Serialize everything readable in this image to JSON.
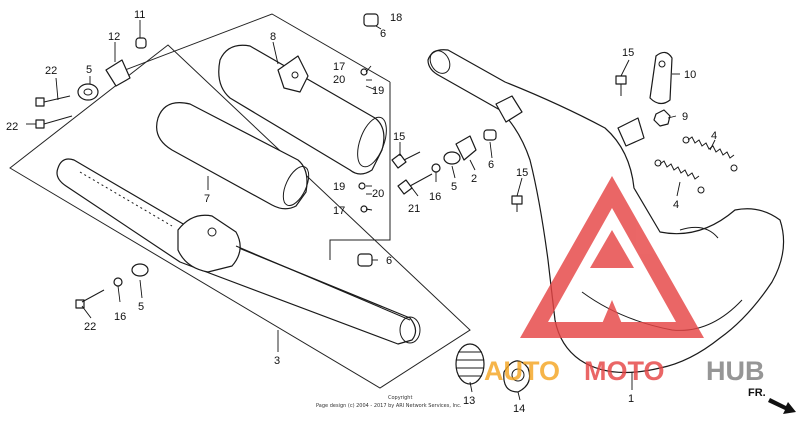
{
  "diagram": {
    "colors": {
      "line": "#1a1a1a",
      "watermark_red": "#e64545",
      "watermark_orange": "#f5a623",
      "watermark_gray": "#808080"
    },
    "callouts": [
      {
        "id": "c1",
        "text": "1"
      },
      {
        "id": "c2",
        "text": "2"
      },
      {
        "id": "c3",
        "text": "3"
      },
      {
        "id": "c4a",
        "text": "4"
      },
      {
        "id": "c4b",
        "text": "4"
      },
      {
        "id": "c5a",
        "text": "5"
      },
      {
        "id": "c5b",
        "text": "5"
      },
      {
        "id": "c5c",
        "text": "5"
      },
      {
        "id": "c6a",
        "text": "6"
      },
      {
        "id": "c6b",
        "text": "6"
      },
      {
        "id": "c6c",
        "text": "6"
      },
      {
        "id": "c7",
        "text": "7"
      },
      {
        "id": "c8",
        "text": "8"
      },
      {
        "id": "c9",
        "text": "9"
      },
      {
        "id": "c10",
        "text": "10"
      },
      {
        "id": "c11",
        "text": "11"
      },
      {
        "id": "c12",
        "text": "12"
      },
      {
        "id": "c13",
        "text": "13"
      },
      {
        "id": "c14",
        "text": "14"
      },
      {
        "id": "c15a",
        "text": "15"
      },
      {
        "id": "c15b",
        "text": "15"
      },
      {
        "id": "c15c",
        "text": "15"
      },
      {
        "id": "c16a",
        "text": "16"
      },
      {
        "id": "c16b",
        "text": "16"
      },
      {
        "id": "c17a",
        "text": "17"
      },
      {
        "id": "c17b",
        "text": "17"
      },
      {
        "id": "c18",
        "text": "18"
      },
      {
        "id": "c19a",
        "text": "19"
      },
      {
        "id": "c19b",
        "text": "19"
      },
      {
        "id": "c20a",
        "text": "20"
      },
      {
        "id": "c20b",
        "text": "20"
      },
      {
        "id": "c21",
        "text": "21"
      },
      {
        "id": "c22a",
        "text": "22"
      },
      {
        "id": "c22b",
        "text": "22"
      },
      {
        "id": "c22c",
        "text": "22"
      }
    ],
    "direction_label": "FR.",
    "copyright_line1": "Copyright",
    "copyright_line2": "Page design (c) 2004 - 2017 by ARI Network Services, Inc.",
    "watermark": {
      "part1": "AUTO",
      "part2": "MOTO",
      "part3": "HUB"
    }
  }
}
